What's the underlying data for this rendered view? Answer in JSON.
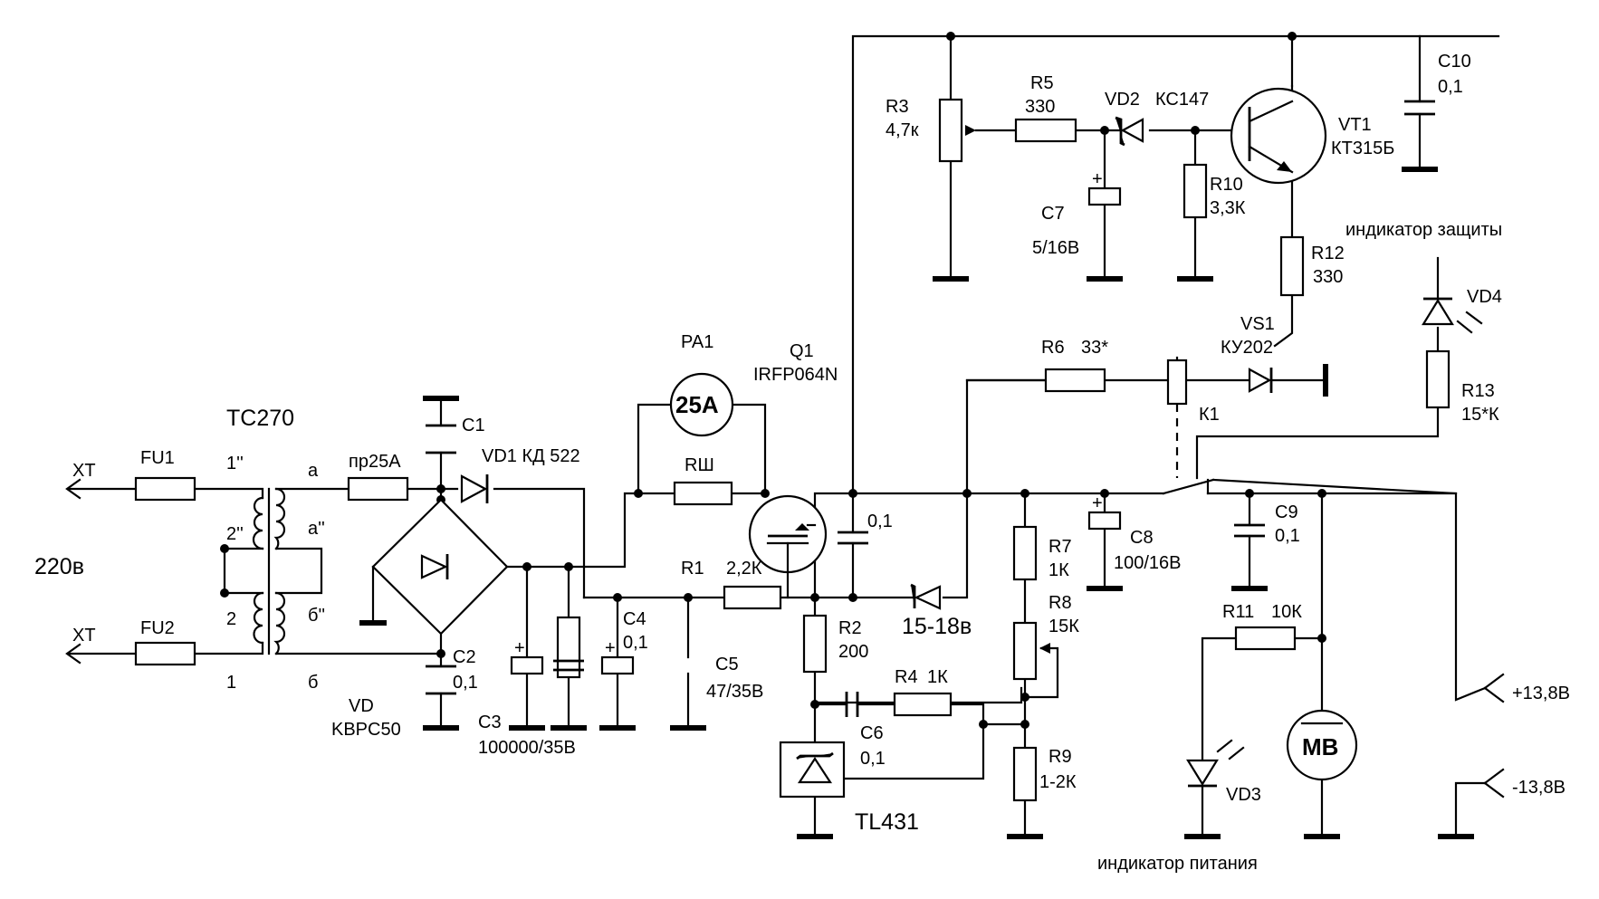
{
  "labels": {
    "xt1": "XT",
    "xt2": "XT",
    "mains": "220в",
    "fu1": "FU1",
    "fu2": "FU2",
    "tr": "TC270",
    "w1a": "1''",
    "w2a": "2''",
    "w2": "2",
    "w1": "1",
    "wa": "а",
    "wa2": "а''",
    "wb2": "б''",
    "wb": "б",
    "fuse25": "пр25А",
    "c1": "C1",
    "c2": "C2",
    "c2v": "0,1",
    "vd1": "VD1 КД 522",
    "bridge": "VD",
    "bridgev": "KBPC50",
    "c3": "C3",
    "c3v": "100000/35В",
    "c4": "C4",
    "c4v": "0,1",
    "c5": "C5",
    "c5v": "47/35В",
    "r1": "R1",
    "r1v": "2,2К",
    "pa1": "PA1",
    "pa1v": "25А",
    "rsh": "RШ",
    "q1": "Q1",
    "q1v": "IRFP064N",
    "cq": "0,1",
    "zener": "15-18в",
    "r2": "R2",
    "r2v": "200",
    "r4": "R4",
    "r4v": "1К",
    "c6": "C6",
    "c6v": "0,1",
    "tl": "TL431",
    "r7": "R7",
    "r7v": "1К",
    "r8": "R8",
    "r8v": "15К",
    "r9": "R9",
    "r9v": "1-2К",
    "c8": "C8",
    "c8v": "100/16В",
    "c9": "C9",
    "c9v": "0,1",
    "r11": "R11",
    "r11v": "10К",
    "vd3": "VD3",
    "pwr": "индикатор питания",
    "mv": "MB",
    "plus": "+13,8В",
    "minus": "-13,8В",
    "r6": "R6",
    "r6v": "33*",
    "k1": "К1",
    "vs1": "VS1",
    "vs1v": "КУ202",
    "r13": "R13",
    "r13v": "15*К",
    "vd4": "VD4",
    "prot": "индикатор защиты",
    "r3": "R3",
    "r3v": "4,7к",
    "r5": "R5",
    "r5v": "330",
    "vd2": "VD2",
    "vd2v": "КС147",
    "c7": "C7",
    "c7v": "5/16В",
    "r10": "R10",
    "r10v": "3,3К",
    "vt1": "VT1",
    "vt1v": "КТ315Б",
    "r12": "R12",
    "r12v": "330",
    "c10": "C10",
    "c10v": "0,1",
    "plus_sign": "+"
  }
}
